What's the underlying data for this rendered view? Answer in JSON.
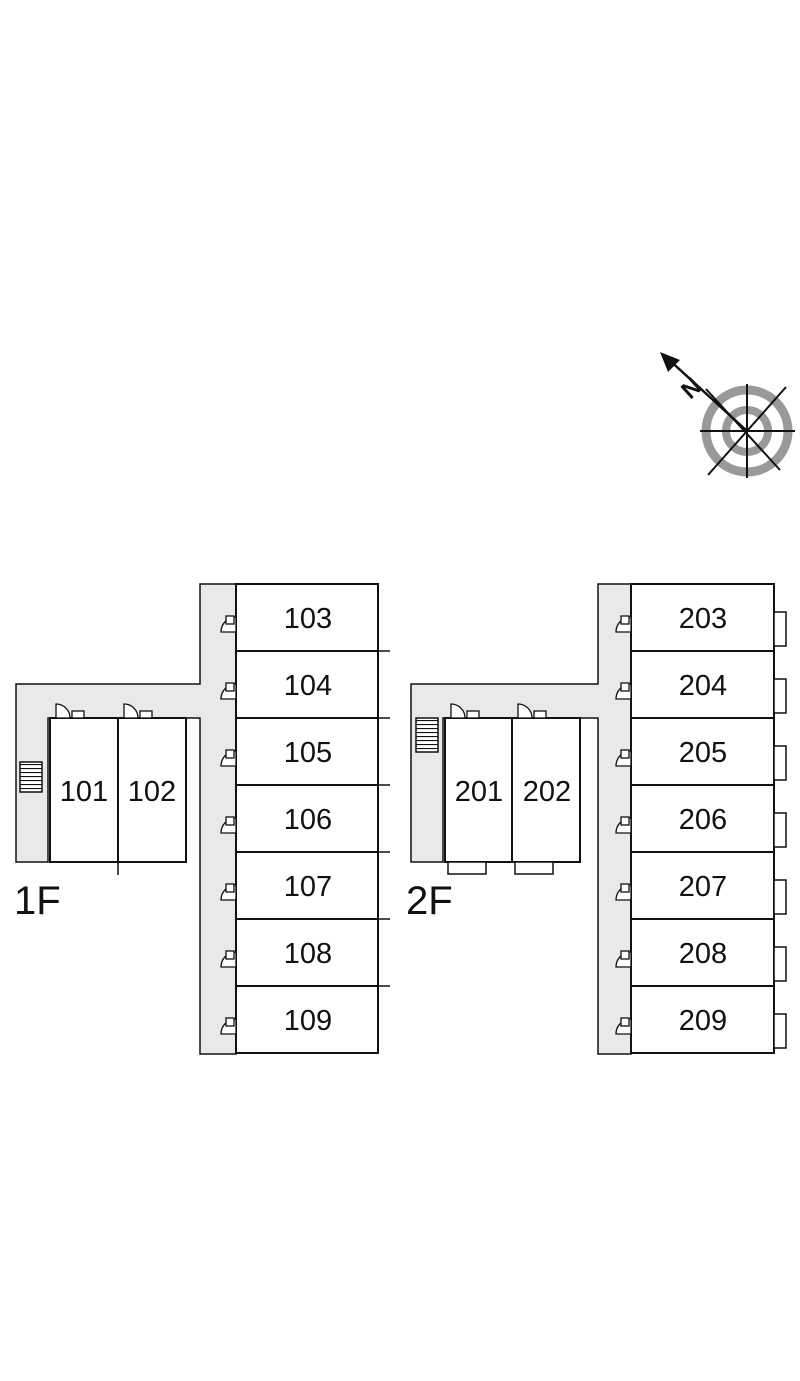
{
  "compass": {
    "north_letter": "N"
  },
  "floors": [
    {
      "label": "1F",
      "units": [
        "101",
        "102",
        "103",
        "104",
        "105",
        "106",
        "107",
        "108",
        "109"
      ]
    },
    {
      "label": "2F",
      "units": [
        "201",
        "202",
        "203",
        "204",
        "205",
        "206",
        "207",
        "208",
        "209"
      ]
    }
  ],
  "colors": {
    "corridor": "#e9e9e9",
    "wall": "#111111",
    "compass_gray": "#999999"
  }
}
